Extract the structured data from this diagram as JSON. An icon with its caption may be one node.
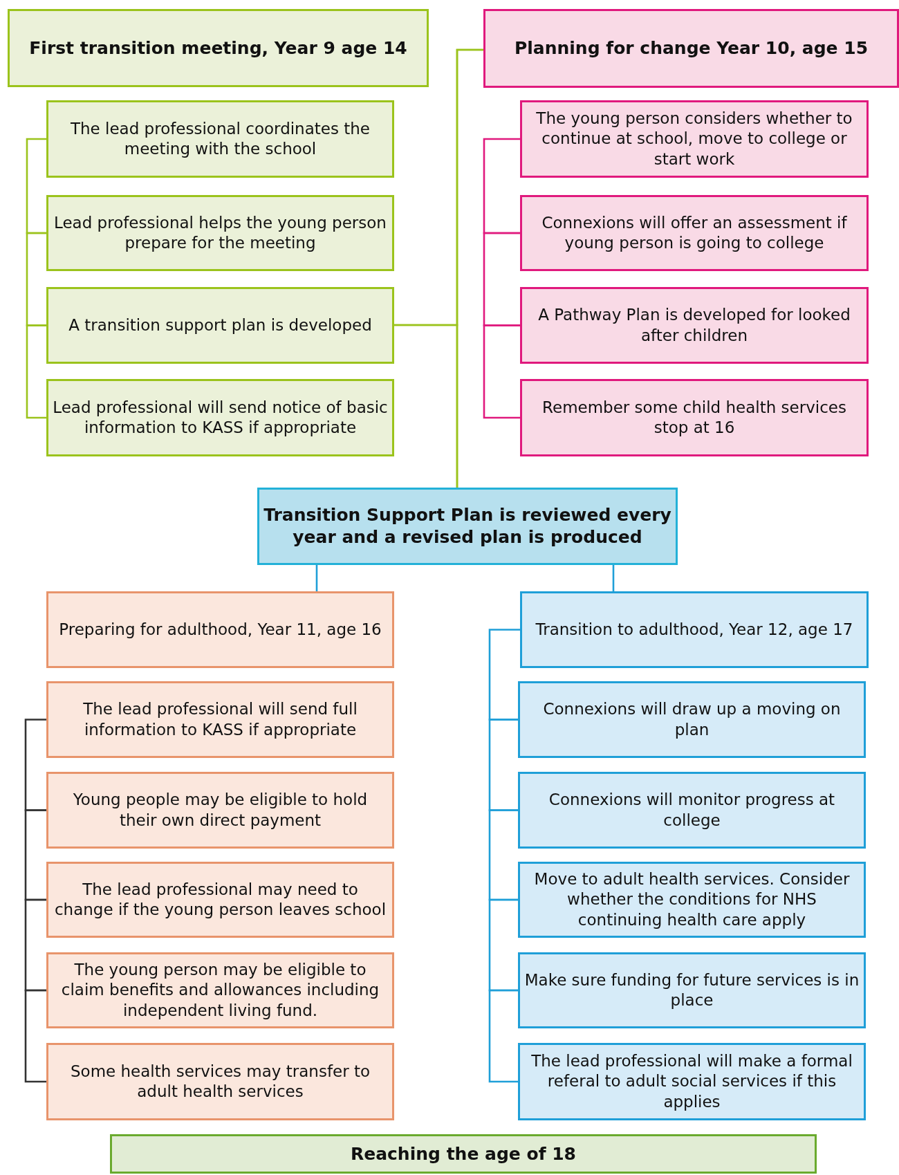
{
  "diagram": {
    "nodes": [
      {
        "text": [
          "First transition meeting, Year 9 age 14"
        ]
      },
      {
        "text": [
          "The lead professional coordinates the meeting with the school"
        ]
      },
      {
        "text": [
          "Lead professional helps the young person prepare for the meeting"
        ]
      },
      {
        "text": [
          "A transition support plan is developed"
        ]
      },
      {
        "text": [
          "Lead professional will send notice of basic information to KASS if appropriate"
        ]
      },
      {
        "text": [
          "Planning for change Year 10, age 15"
        ]
      },
      {
        "text": [
          "The young person considers whether to continue at school, move to college or start work"
        ]
      },
      {
        "text": [
          "Connexions will offer an assessment if young person is going to college"
        ]
      },
      {
        "text": [
          "A Pathway Plan is developed for looked after children"
        ]
      },
      {
        "text": [
          "Remember some child health services stop at 16"
        ]
      },
      {
        "text": [
          "Transition Support Plan is reviewed every year and a revised plan is produced"
        ]
      },
      {
        "text": [
          "Preparing for adulthood, Year 11, age 16"
        ]
      },
      {
        "text": [
          "The lead professional will send full information to KASS if appropriate"
        ]
      },
      {
        "text": [
          "Young people may be eligible to hold their own direct payment"
        ]
      },
      {
        "text": [
          "The lead professional may need to change if the young person leaves school"
        ]
      },
      {
        "text": [
          "The young person may be eligible to claim benefits and allowances including independent living fund."
        ]
      },
      {
        "text": [
          "Some health services may transfer to adult health services"
        ]
      },
      {
        "text": [
          "Transition to adulthood, Year 12, age 17"
        ]
      },
      {
        "text": [
          "Connexions will draw up a moving on plan"
        ]
      },
      {
        "text": [
          "Connexions will monitor progress at college"
        ]
      },
      {
        "text": [
          "Move to adult health services. Consider whether the conditions for NHS continuing health care apply"
        ]
      },
      {
        "text": [
          "Make sure funding for future services is in place"
        ]
      },
      {
        "text": [
          "The lead professional will make a formal referal to adult social services if this applies"
        ]
      },
      {
        "text": [
          "Reaching the age of 18"
        ]
      }
    ],
    "edges": [
      {
        "from": 1,
        "to": 2,
        "arrow": "none",
        "color": "#9bc31c"
      },
      {
        "from": 2,
        "to": 3,
        "arrow": "none",
        "color": "#9bc31c"
      },
      {
        "from": 3,
        "to": 4,
        "arrow": "none",
        "color": "#9bc31c"
      },
      {
        "from": 3,
        "to": 5,
        "arrow": "none",
        "color": "#9bc31c"
      },
      {
        "from": 3,
        "to": 10,
        "arrow": "none",
        "color": "#9bc31c"
      },
      {
        "from": 5,
        "to": 10,
        "arrow": "none",
        "color": "#9bc31c"
      },
      {
        "from": 6,
        "to": 7,
        "arrow": "none",
        "color": "#e0197d"
      },
      {
        "from": 7,
        "to": 8,
        "arrow": "none",
        "color": "#e0197d"
      },
      {
        "from": 8,
        "to": 9,
        "arrow": "none",
        "color": "#e0197d"
      },
      {
        "from": 10,
        "to": 11,
        "arrow": "none"
      },
      {
        "from": 10,
        "to": 17,
        "arrow": "none"
      },
      {
        "from": 12,
        "to": 13,
        "arrow": "none",
        "color": "#333333"
      },
      {
        "from": 13,
        "to": 14,
        "arrow": "none",
        "color": "#333333"
      },
      {
        "from": 14,
        "to": 15,
        "arrow": "none",
        "color": "#333333"
      },
      {
        "from": 15,
        "to": 16,
        "arrow": "none",
        "color": "#333333"
      },
      {
        "from": 17,
        "to": 18,
        "arrow": "none"
      },
      {
        "from": 18,
        "to": 19,
        "arrow": "none"
      },
      {
        "from": 19,
        "to": 20,
        "arrow": "none"
      },
      {
        "from": 20,
        "to": 21,
        "arrow": "none"
      },
      {
        "from": 21,
        "to": 22,
        "arrow": "none"
      }
    ]
  }
}
